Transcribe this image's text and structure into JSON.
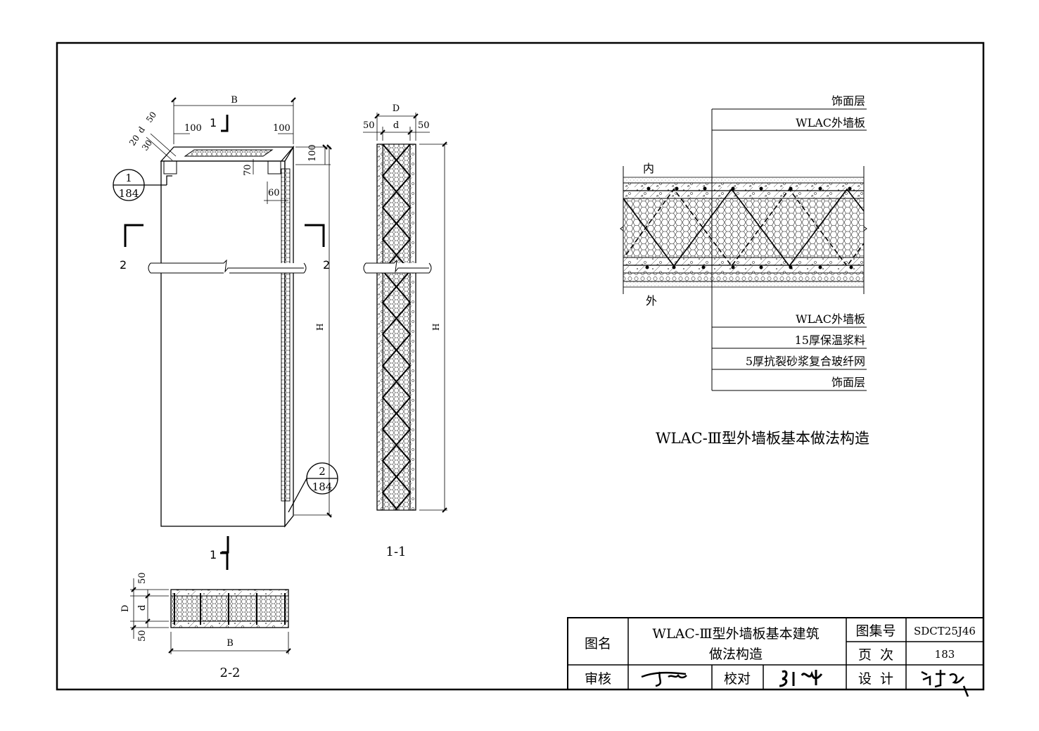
{
  "elevation": {
    "dim_B": "B",
    "dim_100_left": "100",
    "dim_100_right": "100",
    "dim_100_side": "100",
    "dim_20": "20",
    "dim_d": "d",
    "dim_50": "50",
    "dim_30": "30",
    "dim_70": "70",
    "dim_60": "60",
    "dim_H": "H",
    "section_1_top": "1",
    "section_1_bottom": "1",
    "section_2_left": "2",
    "section_2_right": "2",
    "callout_1": {
      "num": "1",
      "page": "184"
    },
    "callout_2": {
      "num": "2",
      "page": "184"
    }
  },
  "section_1_1": {
    "dim_D": "D",
    "dim_50_left": "50",
    "dim_d": "d",
    "dim_50_right": "50",
    "dim_H": "H",
    "title": "1-1"
  },
  "section_2_2": {
    "dim_50_top": "50",
    "dim_D": "D",
    "dim_d": "d",
    "dim_50_bottom": "50",
    "dim_B": "B",
    "title": "2-2"
  },
  "detail": {
    "inside_label": "内",
    "outside_label": "外",
    "top_labels": [
      "饰面层",
      "WLAC外墙板"
    ],
    "bottom_labels": [
      "WLAC外墙板",
      "15厚保温浆料",
      "5厚抗裂砂浆复合玻纤网",
      "饰面层"
    ],
    "caption": "WLAC-Ⅲ型外墙板基本做法构造"
  },
  "title_block": {
    "name_label": "图名",
    "name_line1": "WLAC-Ⅲ型外墙板基本建筑",
    "name_line2": "做法构造",
    "atlas_label": "图集号",
    "atlas_value": "SDCT25J46",
    "page_label": "页  次",
    "page_value": "183",
    "review_label": "审核",
    "check_label": "校对",
    "design_label": "设  计"
  }
}
